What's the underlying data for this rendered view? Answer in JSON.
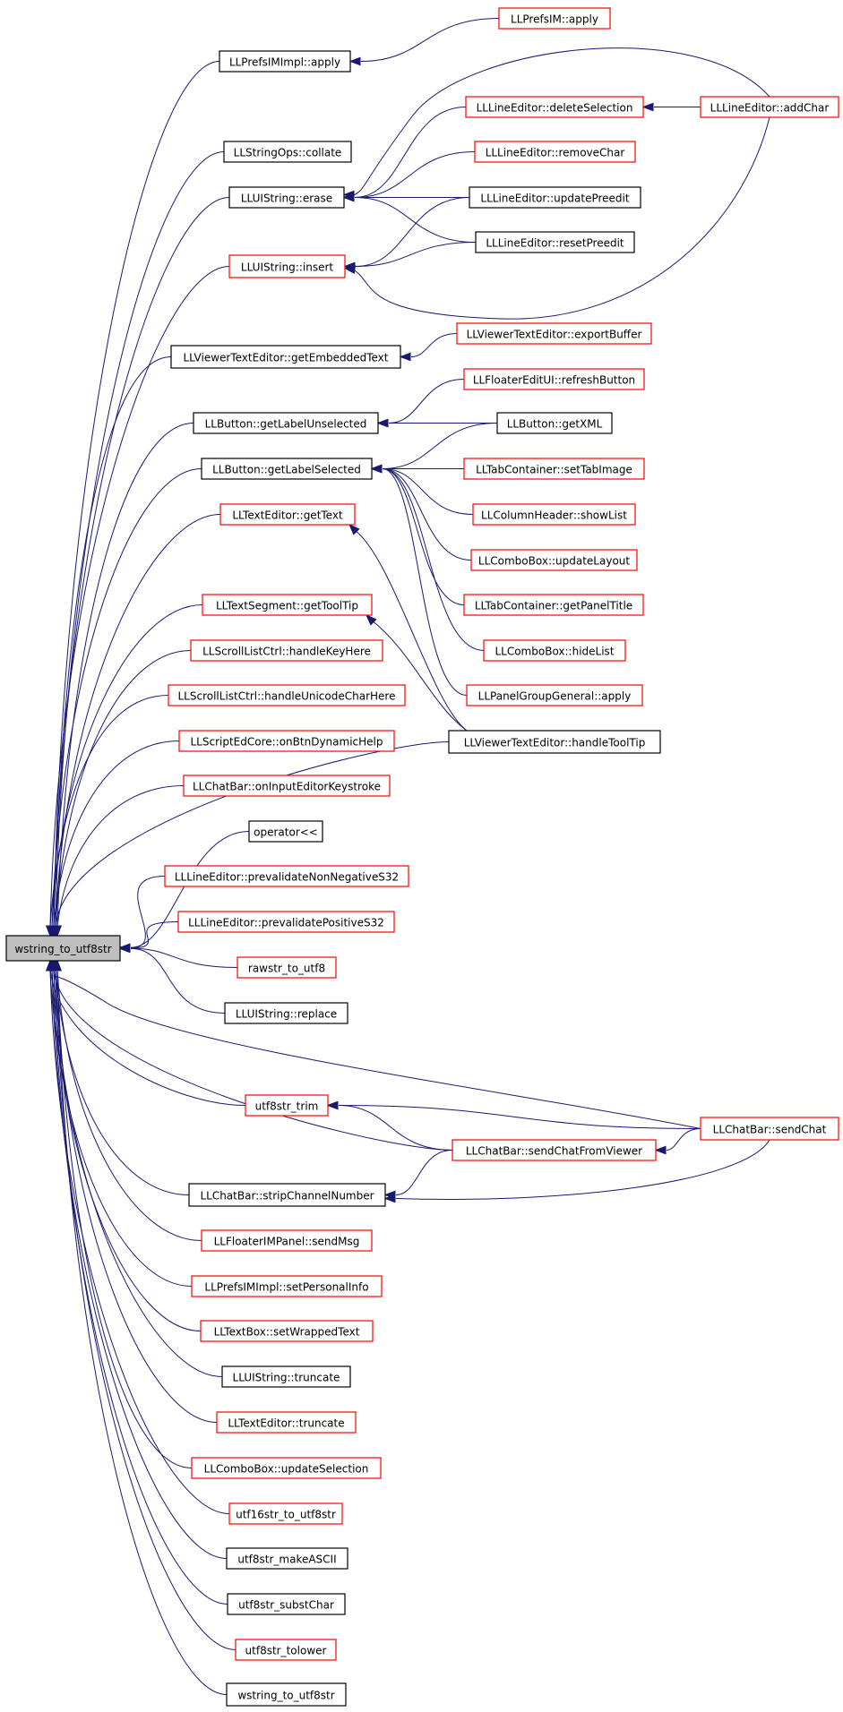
{
  "colors": {
    "edge": "#191970",
    "black_border": "#000000",
    "red_border": "#ff0000",
    "root_fill": "#bfbfbf"
  },
  "nodes": {
    "root": {
      "label": "wstring_to_utf8str",
      "style": "gray"
    },
    "prefsim_apply": {
      "label": "LLPrefsIM::apply",
      "style": "red"
    },
    "prefsimimpl_apply": {
      "label": "LLPrefsIMImpl::apply",
      "style": "black"
    },
    "stringops_collate": {
      "label": "LLStringOps::collate",
      "style": "black"
    },
    "lineeditor_addchar": {
      "label": "LLLineEditor::addChar",
      "style": "red"
    },
    "lineeditor_deleteselection": {
      "label": "LLLineEditor::deleteSelection",
      "style": "red"
    },
    "lineeditor_removechar": {
      "label": "LLLineEditor::removeChar",
      "style": "red"
    },
    "uistring_erase": {
      "label": "LLUIString::erase",
      "style": "black"
    },
    "lineeditor_updatepreedit": {
      "label": "LLLineEditor::updatePreedit",
      "style": "black"
    },
    "lineeditor_resetpreedit": {
      "label": "LLLineEditor::resetPreedit",
      "style": "black"
    },
    "uistring_insert": {
      "label": "LLUIString::insert",
      "style": "red"
    },
    "viewertexteditor_exportbuffer": {
      "label": "LLViewerTextEditor::exportBuffer",
      "style": "red"
    },
    "viewertexteditor_getembeddedtext": {
      "label": "LLViewerTextEditor::getEmbeddedText",
      "style": "black"
    },
    "floatereditui_refreshbutton": {
      "label": "LLFloaterEditUI::refreshButton",
      "style": "red"
    },
    "button_getlabelunselected": {
      "label": "LLButton::getLabelUnselected",
      "style": "black"
    },
    "button_getxml": {
      "label": "LLButton::getXML",
      "style": "black"
    },
    "button_getlabelselected": {
      "label": "LLButton::getLabelSelected",
      "style": "black"
    },
    "tabcontainer_settabimage": {
      "label": "LLTabContainer::setTabImage",
      "style": "red"
    },
    "texteditor_gettext": {
      "label": "LLTextEditor::getText",
      "style": "red"
    },
    "columnheader_showlist": {
      "label": "LLColumnHeader::showList",
      "style": "red"
    },
    "combobox_updatelayout": {
      "label": "LLComboBox::updateLayout",
      "style": "red"
    },
    "textsegment_gettooltip": {
      "label": "LLTextSegment::getToolTip",
      "style": "red"
    },
    "tabcontainer_getpaneltitle": {
      "label": "LLTabContainer::getPanelTitle",
      "style": "red"
    },
    "scrolllistctrl_handlekeyhere": {
      "label": "LLScrollListCtrl::handleKeyHere",
      "style": "red"
    },
    "combobox_hidelist": {
      "label": "LLComboBox::hideList",
      "style": "red"
    },
    "scrolllistctrl_handleunicodecharhere": {
      "label": "LLScrollListCtrl::handleUnicodeCharHere",
      "style": "red"
    },
    "panelgroupgeneral_apply": {
      "label": "LLPanelGroupGeneral::apply",
      "style": "red"
    },
    "scriptedcore_onbtndynamichelp": {
      "label": "LLScriptEdCore::onBtnDynamicHelp",
      "style": "red"
    },
    "viewertexteditor_handletooltip": {
      "label": "LLViewerTextEditor::handleToolTip",
      "style": "black"
    },
    "chatbar_oninputeditorkeystroke": {
      "label": "LLChatBar::onInputEditorKeystroke",
      "style": "red"
    },
    "operator_lshift": {
      "label": "operator<<",
      "style": "black"
    },
    "lineeditor_prevalidatenonnegatives32": {
      "label": "LLLineEditor::prevalidateNonNegativeS32",
      "style": "red"
    },
    "lineeditor_prevalidatepositives32": {
      "label": "LLLineEditor::prevalidatePositiveS32",
      "style": "red"
    },
    "rawstr_to_utf8": {
      "label": "rawstr_to_utf8",
      "style": "red"
    },
    "uistring_replace": {
      "label": "LLUIString::replace",
      "style": "black"
    },
    "utf8str_trim": {
      "label": "utf8str_trim",
      "style": "red"
    },
    "chatbar_sendchat": {
      "label": "LLChatBar::sendChat",
      "style": "red"
    },
    "chatbar_sendchatfromviewer": {
      "label": "LLChatBar::sendChatFromViewer",
      "style": "red"
    },
    "chatbar_stripchannelnumber": {
      "label": "LLChatBar::stripChannelNumber",
      "style": "black"
    },
    "floaterimpanel_sendmsg": {
      "label": "LLFloaterIMPanel::sendMsg",
      "style": "red"
    },
    "prefsimimpl_setpersonalinfo": {
      "label": "LLPrefsIMImpl::setPersonalInfo",
      "style": "red"
    },
    "textbox_setwrappedtext": {
      "label": "LLTextBox::setWrappedText",
      "style": "red"
    },
    "uistring_truncate": {
      "label": "LLUIString::truncate",
      "style": "black"
    },
    "texteditor_truncate": {
      "label": "LLTextEditor::truncate",
      "style": "red"
    },
    "combobox_updateselection": {
      "label": "LLComboBox::updateSelection",
      "style": "red"
    },
    "utf16str_to_utf8str": {
      "label": "utf16str_to_utf8str",
      "style": "red"
    },
    "utf8str_makeascii": {
      "label": "utf8str_makeASCII",
      "style": "black"
    },
    "utf8str_substchar": {
      "label": "utf8str_substChar",
      "style": "black"
    },
    "utf8str_tolower": {
      "label": "utf8str_tolower",
      "style": "red"
    },
    "wstring_to_utf8str_2": {
      "label": "wstring_to_utf8str",
      "style": "black"
    }
  },
  "edges": [
    [
      "prefsimimpl_apply",
      "root"
    ],
    [
      "stringops_collate",
      "root"
    ],
    [
      "uistring_erase",
      "root"
    ],
    [
      "uistring_insert",
      "root"
    ],
    [
      "viewertexteditor_getembeddedtext",
      "root"
    ],
    [
      "button_getlabelunselected",
      "root"
    ],
    [
      "button_getlabelselected",
      "root"
    ],
    [
      "texteditor_gettext",
      "root"
    ],
    [
      "textsegment_gettooltip",
      "root"
    ],
    [
      "viewertexteditor_handletooltip",
      "root"
    ],
    [
      "scrolllistctrl_handlekeyhere",
      "root"
    ],
    [
      "scrolllistctrl_handleunicodecharhere",
      "root"
    ],
    [
      "scriptedcore_onbtndynamichelp",
      "root"
    ],
    [
      "chatbar_oninputeditorkeystroke",
      "root"
    ],
    [
      "operator_lshift",
      "root"
    ],
    [
      "lineeditor_prevalidatenonnegatives32",
      "root"
    ],
    [
      "lineeditor_prevalidatepositives32",
      "root"
    ],
    [
      "rawstr_to_utf8",
      "root"
    ],
    [
      "uistring_replace",
      "root"
    ],
    [
      "chatbar_sendchat",
      "root"
    ],
    [
      "utf8str_trim",
      "root"
    ],
    [
      "chatbar_sendchatfromviewer",
      "root"
    ],
    [
      "chatbar_stripchannelnumber",
      "root"
    ],
    [
      "floaterimpanel_sendmsg",
      "root"
    ],
    [
      "prefsimimpl_setpersonalinfo",
      "root"
    ],
    [
      "textbox_setwrappedtext",
      "root"
    ],
    [
      "uistring_truncate",
      "root"
    ],
    [
      "texteditor_truncate",
      "root"
    ],
    [
      "combobox_updateselection",
      "root"
    ],
    [
      "utf16str_to_utf8str",
      "root"
    ],
    [
      "utf8str_makeascii",
      "root"
    ],
    [
      "utf8str_substchar",
      "root"
    ],
    [
      "utf8str_tolower",
      "root"
    ],
    [
      "wstring_to_utf8str_2",
      "root"
    ],
    [
      "prefsim_apply",
      "prefsimimpl_apply"
    ],
    [
      "lineeditor_addchar",
      "lineeditor_deleteselection"
    ],
    [
      "lineeditor_addchar",
      "uistring_erase"
    ],
    [
      "lineeditor_deleteselection",
      "uistring_erase"
    ],
    [
      "lineeditor_removechar",
      "uistring_erase"
    ],
    [
      "lineeditor_updatepreedit",
      "uistring_erase"
    ],
    [
      "lineeditor_resetpreedit",
      "uistring_erase"
    ],
    [
      "lineeditor_addchar",
      "uistring_insert"
    ],
    [
      "lineeditor_updatepreedit",
      "uistring_insert"
    ],
    [
      "lineeditor_resetpreedit",
      "uistring_insert"
    ],
    [
      "viewertexteditor_exportbuffer",
      "viewertexteditor_getembeddedtext"
    ],
    [
      "floatereditui_refreshbutton",
      "button_getlabelunselected"
    ],
    [
      "button_getxml",
      "button_getlabelunselected"
    ],
    [
      "button_getxml",
      "button_getlabelselected"
    ],
    [
      "tabcontainer_settabimage",
      "button_getlabelselected"
    ],
    [
      "columnheader_showlist",
      "button_getlabelselected"
    ],
    [
      "combobox_updatelayout",
      "button_getlabelselected"
    ],
    [
      "tabcontainer_getpaneltitle",
      "button_getlabelselected"
    ],
    [
      "combobox_hidelist",
      "button_getlabelselected"
    ],
    [
      "panelgroupgeneral_apply",
      "button_getlabelselected"
    ],
    [
      "viewertexteditor_handletooltip",
      "texteditor_gettext"
    ],
    [
      "viewertexteditor_handletooltip",
      "textsegment_gettooltip"
    ],
    [
      "chatbar_sendchat",
      "utf8str_trim"
    ],
    [
      "chatbar_sendchatfromviewer",
      "utf8str_trim"
    ],
    [
      "chatbar_sendchat",
      "chatbar_sendchatfromviewer"
    ],
    [
      "chatbar_sendchatfromviewer",
      "chatbar_stripchannelnumber"
    ],
    [
      "chatbar_sendchat",
      "chatbar_stripchannelnumber"
    ]
  ]
}
